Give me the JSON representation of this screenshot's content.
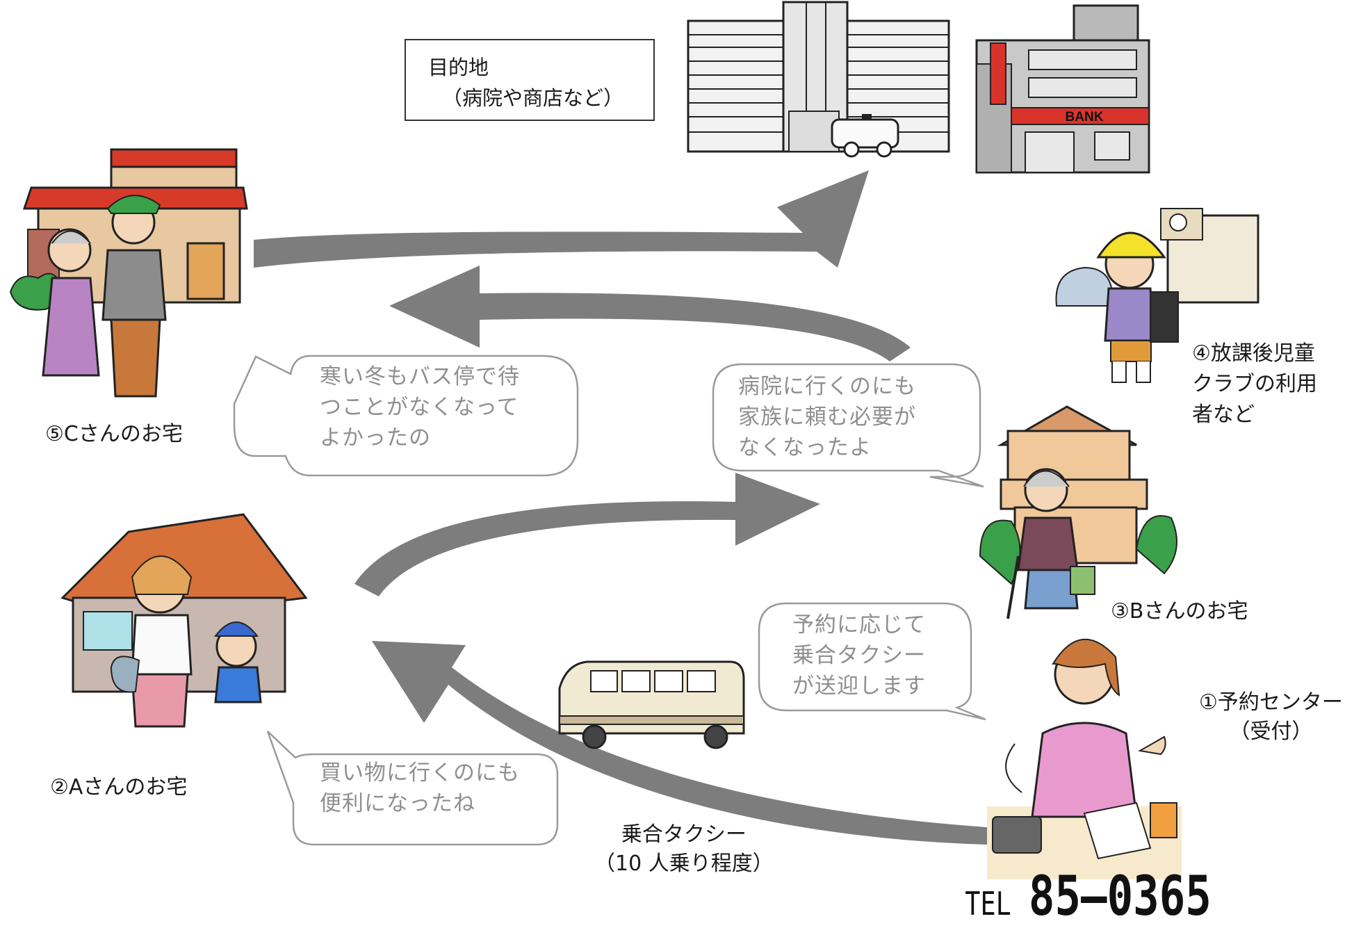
{
  "destination": {
    "line1": "目的地",
    "line2": "（病院や商店など）"
  },
  "locations": {
    "c_home": "⑤Cさんのお宅",
    "a_home": "②Aさんのお宅",
    "b_home": "③Bさんのお宅",
    "after_school_club": "④放課後児童\nクラブの利用\n者など",
    "reservation_center": "①予約センター\n（受付）"
  },
  "bubbles": {
    "winter_bus": "寒い冬もバス停で待\nつことがなくなって\nよかったの",
    "hospital": "病院に行くのにも\n家族に頼む必要が\nなくなったよ",
    "reservation": "予約に応じて\n乗合タクシー\nが送迎します",
    "shopping": "買い物に行くのにも\n便利になったね"
  },
  "vehicle": {
    "caption": "乗合タクシー\n（10 人乗り程度）"
  },
  "contact": {
    "prefix": "TEL",
    "number": "85–0365"
  },
  "building_signs": {
    "bank": "BANK"
  },
  "colors": {
    "arrow": "#7d7d7d",
    "bubble_border": "#9a9a9a",
    "bubble_text": "#8f8f8f",
    "roof_red": "#d83a2a",
    "bank_red": "#d9342b"
  }
}
